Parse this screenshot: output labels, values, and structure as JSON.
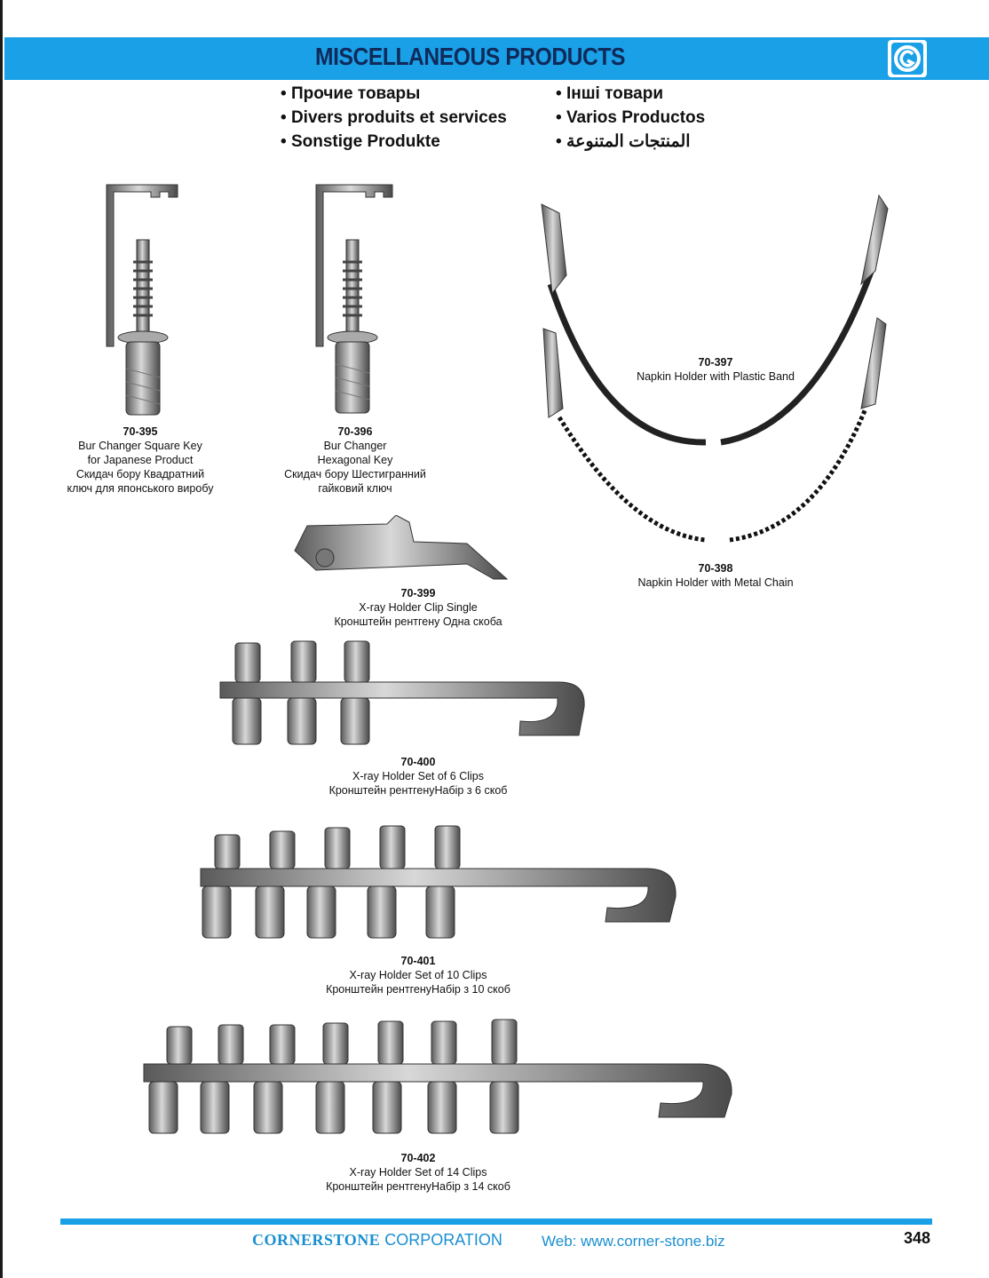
{
  "header": {
    "title": "MISCELLANEOUS PRODUCTS"
  },
  "languages": {
    "left": [
      "Прочие товары",
      "Divers produits et services",
      "Sonstige Produkte"
    ],
    "right": [
      "Інші товари",
      "Varios Productos",
      "المنتجات المتنوعة"
    ]
  },
  "products": [
    {
      "code": "70-395",
      "lines": [
        "Bur Changer Square Key",
        "for Japanese Product",
        "Скидач бору Квадратний",
        "ключ для японського виробу"
      ]
    },
    {
      "code": "70-396",
      "lines": [
        "Bur Changer",
        "Hexagonal Key",
        "Скидач бору Шестигранний",
        "гайковий ключ"
      ]
    },
    {
      "code": "70-397",
      "lines": [
        "Napkin Holder with Plastic Band"
      ]
    },
    {
      "code": "70-398",
      "lines": [
        "Napkin Holder with Metal Chain"
      ]
    },
    {
      "code": "70-399",
      "lines": [
        "X-ray Holder Clip Single",
        "Кронштейн рентгену Одна скоба"
      ]
    },
    {
      "code": "70-400",
      "lines": [
        "X-ray Holder Set of 6 Clips",
        "Кронштейн рентгенуНабір з 6 скоб"
      ]
    },
    {
      "code": "70-401",
      "lines": [
        "X-ray Holder Set of 10 Clips",
        "Кронштейн рентгенуНабір з 10 скоб"
      ]
    },
    {
      "code": "70-402",
      "lines": [
        "X-ray Holder Set of 14 Clips",
        "Кронштейн рентгенуНабір з 14 скоб"
      ]
    }
  ],
  "footer": {
    "company_bold": "CORNERSTONE",
    "company_rest": "CORPORATION",
    "web": "Web: www.corner-stone.biz",
    "page_number": "348"
  },
  "colors": {
    "accent": "#1aa0e6",
    "title_text": "#102a5a",
    "footer_text": "#1a8fd0"
  }
}
